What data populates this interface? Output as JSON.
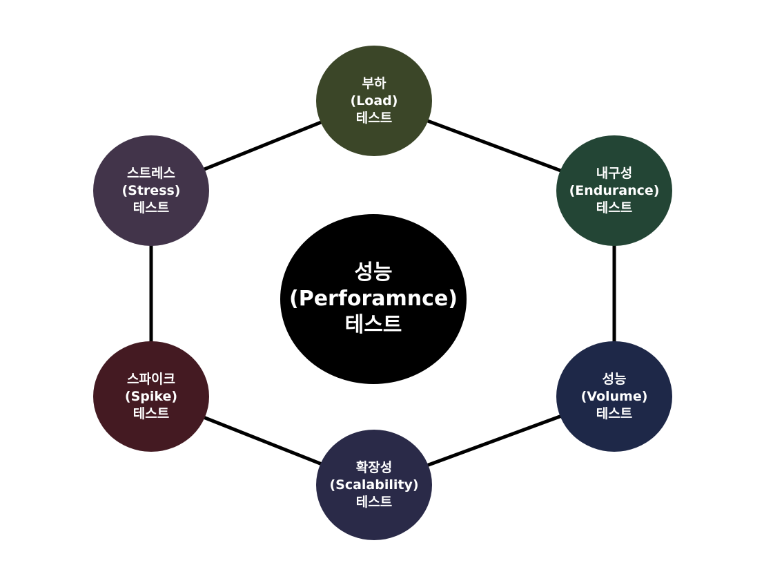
{
  "diagram": {
    "center": {
      "lines": [
        "성능",
        "(Perforamnce)",
        "테스트"
      ],
      "color": "#000000"
    },
    "nodes": [
      {
        "id": "load",
        "lines": [
          "부하",
          "(Load)",
          "테스트"
        ],
        "color": "#3b4628"
      },
      {
        "id": "endurance",
        "lines": [
          "내구성",
          "(Endurance)",
          "테스트"
        ],
        "color": "#234535"
      },
      {
        "id": "volume",
        "lines": [
          "성능",
          "(Volume)",
          "테스트"
        ],
        "color": "#1e2848"
      },
      {
        "id": "scalability",
        "lines": [
          "확장성",
          "(Scalability)",
          "테스트"
        ],
        "color": "#2a2a48"
      },
      {
        "id": "spike",
        "lines": [
          "스파이크",
          "(Spike)",
          "테스트"
        ],
        "color": "#441a22"
      },
      {
        "id": "stress",
        "lines": [
          "스트레스",
          "(Stress)",
          "테스트"
        ],
        "color": "#42344a"
      }
    ],
    "edges": [
      [
        "load",
        "endurance"
      ],
      [
        "endurance",
        "volume"
      ],
      [
        "volume",
        "scalability"
      ],
      [
        "scalability",
        "spike"
      ],
      [
        "spike",
        "stress"
      ],
      [
        "stress",
        "load"
      ]
    ],
    "edge_color": "#000000"
  }
}
